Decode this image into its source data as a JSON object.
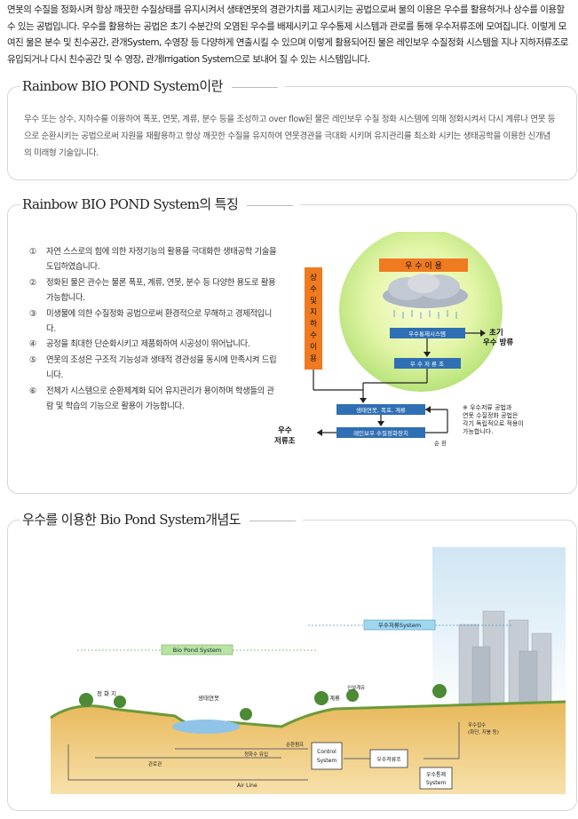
{
  "intro": {
    "text": "연못의 수질을 정화시켜 항상 깨끗한 수질상태를 유지시켜서 생태연못의 경관가치를 제고시키는 공법으로써 물의 이용은 우수를 활용하거나 상수를 이용할 수 있는 공법입니다. 우수를 활용하는 공법은 초기 수분간의 오염된 우수를 배제시키고 우수통제 시스템과 관로를 통해 우수저류조에 모여집니다. 이렇게 모여진 물은 분수 및 친수공간, 관개System, 수영장 등 다양하게 연출시킬 수 있으며 이렇게 활용되어진 물은 레인보우 수질정화 시스템을 지나 지하저류조로 유입되거나 다시 친수공간 및 수 영장, 관개Irrigation System으로 보내어 질 수 있는 시스템입니다."
  },
  "section1": {
    "title": "Rainbow BIO POND System이란",
    "body": "우수 또는 상수, 지하수를 이용하여 폭포, 연못, 계류, 분수 등을 조성하고 over flow된 물은 레인보우 수질 정화 시스템에 의해 정화시켜서 다시 계류나 연못 등으로 순환시키는 공법으로써 자원을 재활용하고 항상 깨끗한 수질을 유지하여 연못경관을 극대화 시키며 유지관리를 최소화 시키는 생태공학을 이용한 신개념의 미래형 기술입니다."
  },
  "section2": {
    "title": "Rainbow BIO POND System의 특징",
    "features": [
      {
        "num": "①",
        "text": "자연 스스로의 힘에 의한 자정기능의 활용을 극대화한 생태공학 기술을 도입하였습니다."
      },
      {
        "num": "②",
        "text": "정화된 물은 관수는 물론 폭포, 계류, 연못, 분수 등 다양한 용도로 활용 가능합니다."
      },
      {
        "num": "③",
        "text": "미생물에 의한 수질정화 공법으로써 환경적으로 무해하고 경제적입니다."
      },
      {
        "num": "④",
        "text": "공정을 최대한 단순화시키고 제품화하여 시공성이 뛰어납니다."
      },
      {
        "num": "⑤",
        "text": "연못의 조성은 구조적 기능성과 생태적 경관성을 동시에 만족시켜 드립니다."
      },
      {
        "num": "⑥",
        "text": "전체가 시스템으로 순환체계화 되어 유지관리가 용이하며 학생들의 관람 및 학습의 기능으로 활용이 가능합니다."
      }
    ],
    "diagram": {
      "top_label": "우 수 이 용",
      "side_label": [
        "상",
        "수",
        "및",
        "지",
        "하",
        "수",
        "이",
        "용"
      ],
      "box1": "우수통제시스템",
      "initial_label": "초기",
      "initial_label2": "우수 방류",
      "box2": "우 수 저 류 조",
      "box3": "생태연못, 폭포, 계류",
      "box4": "레인보우 수질정화장치",
      "tank_label1": "우수",
      "tank_label2": "저류조",
      "circ_label": "순 환",
      "note1": "※ 우수저류 공법과",
      "note2": "연못 수질정화 공법은",
      "note3": "각기 독립적으로 적용이",
      "note4": "가능합니다."
    }
  },
  "section3": {
    "title": "우수를 이용한 Bio Pond System개념도",
    "concept": {
      "bar_left": "Bio Pond System",
      "bar_right": "우수저류System",
      "lbl_a": "정 화 지",
      "lbl_b": "생태연못",
      "lbl_c": "계류",
      "lbl_d": "신설계유",
      "box_control1": "Control",
      "box_control2": "System",
      "box_storage": "우수저류조",
      "box_use1": "우수통제",
      "box_use2": "System",
      "lbl_collect1": "우수집수",
      "lbl_collect2": "(화단, 지붕 등)",
      "lbl_pump": "순환펌프",
      "lbl_inflow": "정화수 유입",
      "lbl_pipe": "관로관",
      "lbl_air": "Air Line"
    }
  },
  "colors": {
    "orange": "#f07a1f",
    "blue_box": "#2f6fb3",
    "green_circle": "#c7ec86",
    "bar_green": "#b8e3a3",
    "bar_blue": "#9fd7ef"
  }
}
